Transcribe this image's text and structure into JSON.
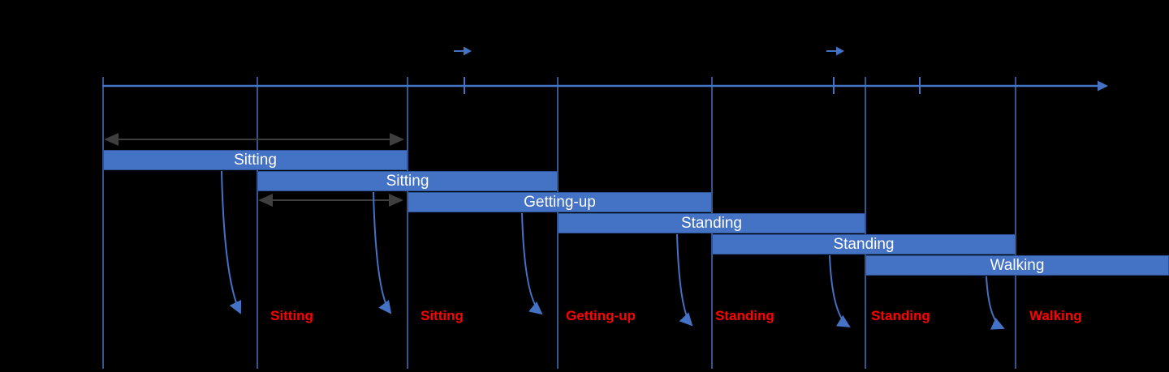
{
  "colors": {
    "bg": "#000000",
    "bar": "#4472C4",
    "bar_border": "#2E5395",
    "bar_text": "#FFFFFF",
    "line": "#4472C4",
    "gray": "#3F3F3F",
    "red": "#FF0000"
  },
  "icons": {
    "axis_arrowhead": "right-arrowhead",
    "slide_arrow": "small-right-arrow",
    "measure_arrow": "double-headed-horizontal-arrow",
    "classification_arrow": "curved-down-arrow"
  },
  "bars": [
    {
      "label": "Sitting"
    },
    {
      "label": "Sitting"
    },
    {
      "label": "Getting-up"
    },
    {
      "label": "Standing"
    },
    {
      "label": "Standing"
    },
    {
      "label": "Walking"
    }
  ],
  "predictions": [
    {
      "label": "Sitting"
    },
    {
      "label": "Sitting"
    },
    {
      "label": "Getting-up"
    },
    {
      "label": "Standing"
    },
    {
      "label": "Standing"
    },
    {
      "label": "Walking"
    }
  ]
}
